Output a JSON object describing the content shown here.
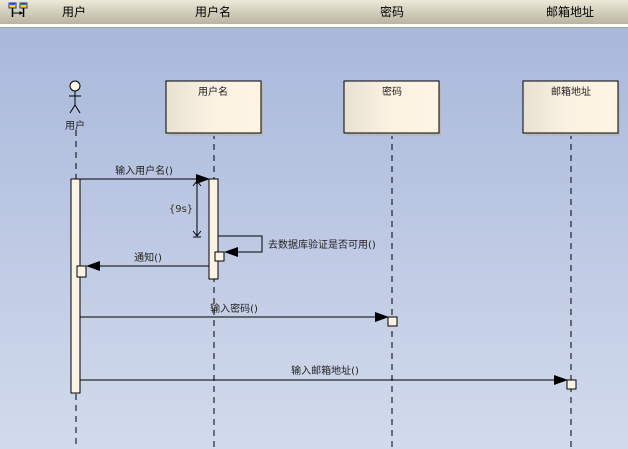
{
  "header": {
    "icon": "sequence-diagram-icon",
    "columns": [
      "用户",
      "用户名",
      "密码",
      "邮箱地址"
    ]
  },
  "diagram": {
    "actor": {
      "label": "用户"
    },
    "lifelines": [
      {
        "label": "用户名"
      },
      {
        "label": "密码"
      },
      {
        "label": "邮箱地址"
      }
    ],
    "messages": [
      {
        "label": "输入用户名()",
        "from": "用户",
        "to": "用户名"
      },
      {
        "label": "去数据库验证是否可用()",
        "from": "用户名",
        "to": "用户名"
      },
      {
        "label": "通知()",
        "from": "用户名",
        "to": "用户"
      },
      {
        "label": "输入密码()",
        "from": "用户",
        "to": "密码"
      },
      {
        "label": "输入邮箱地址()",
        "from": "用户",
        "to": "邮箱地址"
      }
    ],
    "duration_constraint": "{9s}"
  }
}
